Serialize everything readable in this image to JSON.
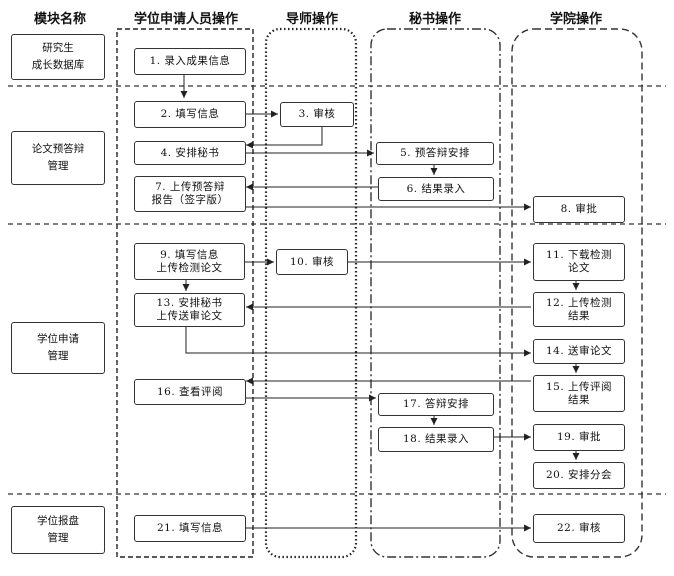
{
  "headers": {
    "module": "模块名称",
    "student": "学位申请人员操作",
    "advisor": "导师操作",
    "secretary": "秘书操作",
    "college": "学院操作"
  },
  "modules": [
    {
      "id": "m1",
      "text": "研究生\n成长数据库"
    },
    {
      "id": "m2",
      "text": "论文预答辩\n管理"
    },
    {
      "id": "m3",
      "text": "学位申请\n管理"
    },
    {
      "id": "m4",
      "text": "学位报盘\n管理"
    }
  ],
  "steps": [
    {
      "id": "s1",
      "text": "1. 录入成果信息"
    },
    {
      "id": "s2",
      "text": "2. 填写信息"
    },
    {
      "id": "s3",
      "text": "3. 审核"
    },
    {
      "id": "s4",
      "text": "4. 安排秘书"
    },
    {
      "id": "s5",
      "text": "5. 预答辩安排"
    },
    {
      "id": "s6",
      "text": "6. 结果录入"
    },
    {
      "id": "s7",
      "text": "7. 上传预答辩\n报告（签字版）"
    },
    {
      "id": "s8",
      "text": "8. 审批"
    },
    {
      "id": "s9",
      "text": "9. 填写信息\n上传检测论文"
    },
    {
      "id": "s10",
      "text": "10. 审核"
    },
    {
      "id": "s11",
      "text": "11. 下载检测\n论文"
    },
    {
      "id": "s12",
      "text": "12. 上传检测\n结果"
    },
    {
      "id": "s13",
      "text": "13. 安排秘书\n上传送审论文"
    },
    {
      "id": "s14",
      "text": "14. 送审论文"
    },
    {
      "id": "s15",
      "text": "15. 上传评阅\n结果"
    },
    {
      "id": "s16",
      "text": "16. 查看评阅"
    },
    {
      "id": "s17",
      "text": "17. 答辩安排"
    },
    {
      "id": "s18",
      "text": "18. 结果录入"
    },
    {
      "id": "s19",
      "text": "19. 审批"
    },
    {
      "id": "s20",
      "text": "20. 安排分会"
    },
    {
      "id": "s21",
      "text": "21. 填写信息"
    },
    {
      "id": "s22",
      "text": "22. 审核"
    }
  ]
}
